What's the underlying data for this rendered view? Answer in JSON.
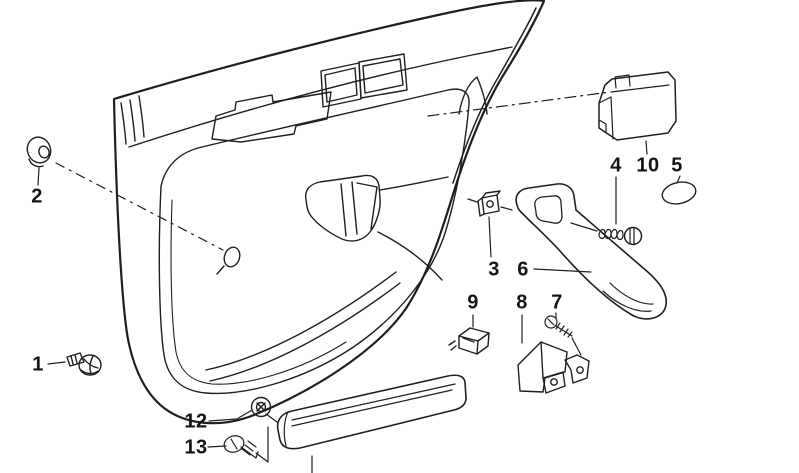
{
  "diagram": {
    "background": "#ffffff",
    "line_color": "#1f1f1f",
    "description_hint": "exploded-view-parts-diagram-door-trim-panel",
    "callouts": [
      {
        "label": "1",
        "shape": "screw-icon"
      },
      {
        "label": "2",
        "shape": "grommet-cap-icon"
      },
      {
        "label": "3",
        "shape": "clip-nut-icon"
      },
      {
        "label": "4",
        "shape": "spring-screw-icon"
      },
      {
        "label": "5",
        "shape": "oval-cover-icon"
      },
      {
        "label": "6",
        "shape": "door-pull-handle-icon"
      },
      {
        "label": "7",
        "shape": "screw-icon"
      },
      {
        "label": "8",
        "shape": "bracket-icon"
      },
      {
        "label": "9",
        "shape": "clip-icon"
      },
      {
        "label": "10",
        "shape": "ashtray-insert-icon"
      },
      {
        "label": "12",
        "shape": "washer-grommet-icon"
      },
      {
        "label": "13",
        "shape": "screw-icon"
      }
    ]
  }
}
